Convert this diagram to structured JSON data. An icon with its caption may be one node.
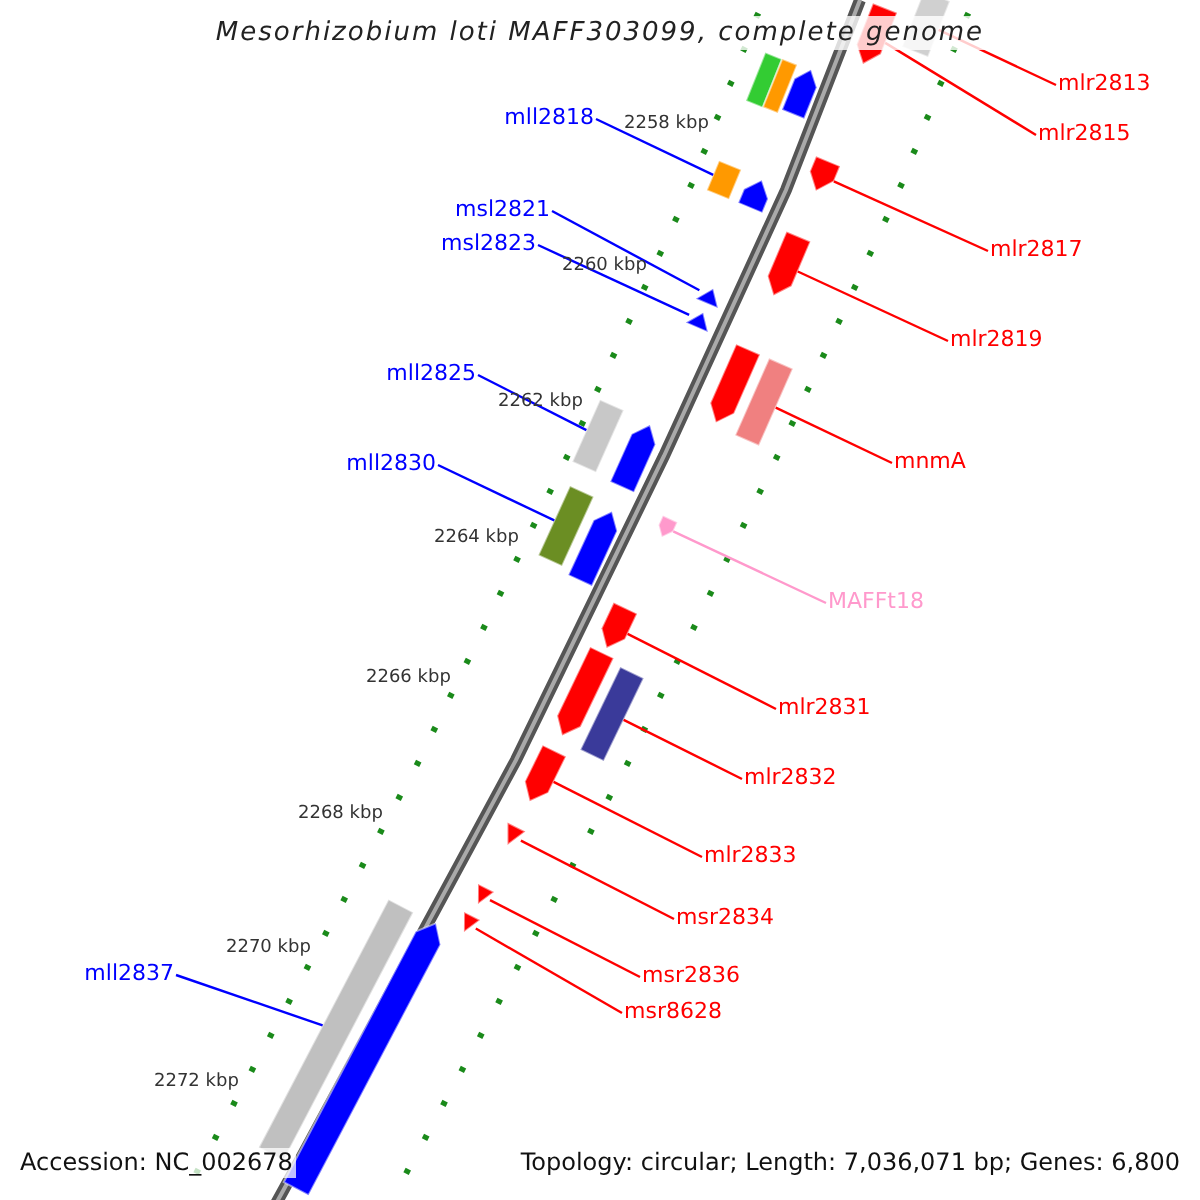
{
  "diagram": {
    "title": "Mesorhizobium loti MAFF303099, complete genome",
    "nodes": [
      {
        "text": [
          "mlr2813"
        ]
      },
      {
        "text": [
          "mll2818"
        ]
      },
      {
        "text": [
          "mlr2815"
        ]
      },
      {
        "text": [
          "msl2821"
        ]
      },
      {
        "text": [
          "msl2823"
        ]
      },
      {
        "text": [
          "mlr2817"
        ]
      },
      {
        "text": [
          "mlr2819"
        ]
      },
      {
        "text": [
          "mll2825"
        ]
      },
      {
        "text": [
          "mnmA"
        ]
      },
      {
        "text": [
          "mll2830"
        ]
      },
      {
        "text": [
          "MAFFt18"
        ]
      },
      {
        "text": [
          "mlr2831"
        ]
      },
      {
        "text": [
          "mlr2832"
        ]
      },
      {
        "text": [
          "mlr2833"
        ]
      },
      {
        "text": [
          "msr2834"
        ]
      },
      {
        "text": [
          "mll2837"
        ]
      },
      {
        "text": [
          "msr2836"
        ]
      },
      {
        "text": [
          "msr8628"
        ]
      },
      {
        "text": [],
        "shape": "arrow"
      },
      {
        "text": [],
        "shape": "arrow"
      },
      {
        "text": [],
        "shape": "arrow"
      },
      {
        "text": [],
        "shape": "arrow"
      },
      {
        "text": [],
        "shape": "arrow"
      },
      {
        "text": [],
        "shape": "arrow"
      },
      {
        "text": [],
        "shape": "arrow"
      },
      {
        "text": [],
        "shape": "arrow"
      },
      {
        "text": [],
        "shape": "arrow"
      },
      {
        "text": [],
        "shape": "arrow"
      },
      {
        "text": [],
        "shape": "arrow"
      },
      {
        "text": [],
        "shape": "arrow"
      },
      {
        "text": [],
        "shape": "arrow"
      },
      {
        "text": [],
        "shape": "arrow"
      },
      {
        "text": [],
        "shape": "arrow"
      },
      {
        "text": [],
        "shape": "arrow"
      },
      {
        "text": [],
        "shape": "arrow"
      },
      {
        "text": [],
        "shape": "arrow"
      },
      {
        "text": [],
        "shape": "arrow"
      },
      {
        "text": [],
        "shape": "arrow"
      },
      {
        "text": [],
        "shape": "arrow"
      },
      {
        "text": [],
        "shape": "arrow"
      },
      {
        "text": [],
        "shape": "arrow"
      },
      {
        "text": [],
        "shape": "arrow"
      },
      {
        "text": [],
        "shape": "arrow"
      },
      {
        "text": [],
        "shape": "arrow"
      },
      {
        "text": [],
        "shape": "arrow"
      }
    ],
    "edges": [
      {
        "from": 0,
        "to": 18,
        "arrow": "none"
      },
      {
        "from": 1,
        "to": 23,
        "arrow": "none",
        "color": "#0000ff"
      },
      {
        "from": 2,
        "to": 19,
        "arrow": "none"
      },
      {
        "from": 3,
        "to": 27,
        "arrow": "none",
        "color": "#0000ff"
      },
      {
        "from": 4,
        "to": 28,
        "arrow": "none",
        "color": "#0000ff"
      },
      {
        "from": 5,
        "to": 25,
        "arrow": "none"
      },
      {
        "from": 6,
        "to": 26,
        "arrow": "none"
      },
      {
        "from": 7,
        "to": 31,
        "arrow": "none",
        "color": "#0000ff"
      },
      {
        "from": 8,
        "to": 30,
        "arrow": "none"
      },
      {
        "from": 9,
        "to": 33,
        "arrow": "none",
        "color": "#0000ff"
      },
      {
        "from": 10,
        "to": 35,
        "arrow": "none",
        "color": "#ff99cc"
      },
      {
        "from": 11,
        "to": 36,
        "arrow": "none"
      },
      {
        "from": 12,
        "to": 38,
        "arrow": "none"
      },
      {
        "from": 13,
        "to": 39,
        "arrow": "none"
      },
      {
        "from": 14,
        "to": 40,
        "arrow": "none"
      },
      {
        "from": 15,
        "to": 43,
        "arrow": "none",
        "color": "#0000ff"
      },
      {
        "from": 16,
        "to": 41,
        "arrow": "none"
      },
      {
        "from": 17,
        "to": 42,
        "arrow": "none"
      }
    ],
    "labels": [
      "2258 kbp",
      "2260 kbp",
      "2262 kbp",
      "2264 kbp",
      "2266 kbp",
      "2268 kbp",
      "2270 kbp",
      "2272 kbp",
      "Accession: NC_002678",
      "Topology: circular; Length: 7,036,071 bp; Genes: 6,800"
    ]
  }
}
